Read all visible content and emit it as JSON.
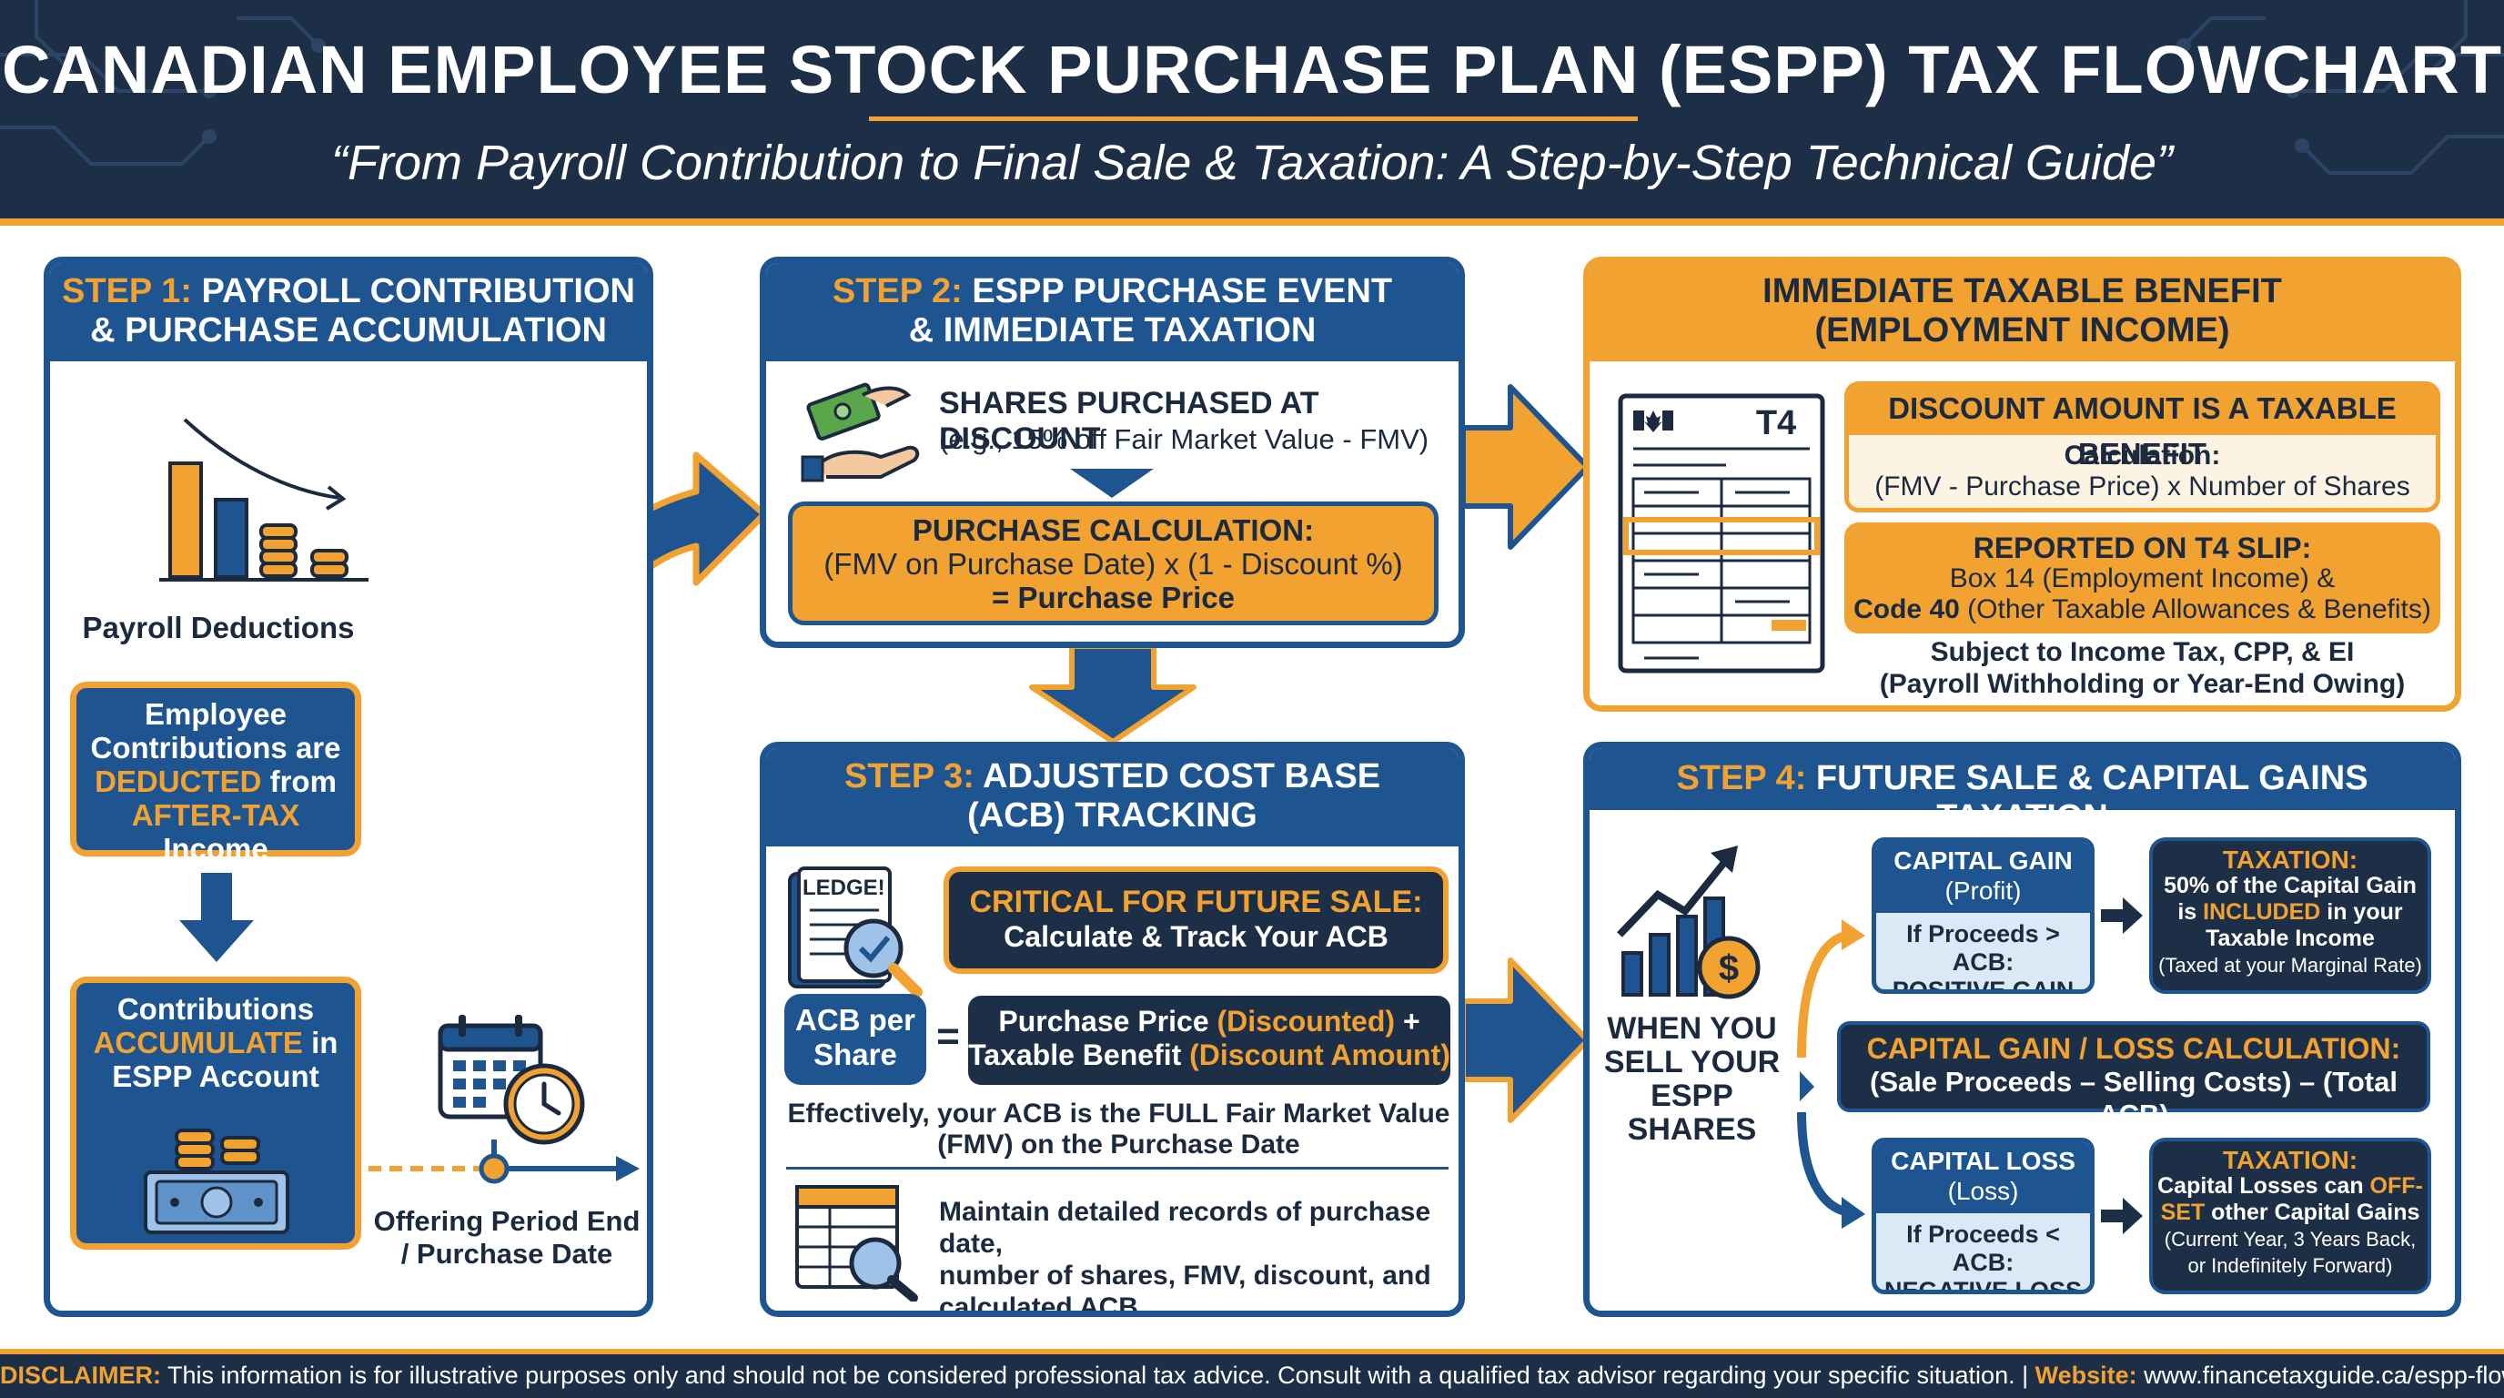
{
  "header": {
    "title": "CANADIAN EMPLOYEE STOCK PURCHASE PLAN (ESPP) TAX FLOWCHART",
    "subtitle": "“From Payroll Contribution to Final Sale & Taxation: A Step-by-Step Technical Guide”"
  },
  "colors": {
    "navy": "#1d2f47",
    "blue": "#1e5591",
    "orange": "#f2a230",
    "light_blue": "#dbe8f5",
    "light_orange": "#fdf3e3"
  },
  "step1": {
    "step": "STEP 1:",
    "title_rest": " PAYROLL CONTRIBUTION",
    "title_line2": "& PURCHASE ACCUMULATION",
    "payroll_label": "Payroll Deductions",
    "contrib_a": "Employee",
    "contrib_b": "Contributions are",
    "contrib_c1": "DEDUCTED",
    "contrib_c2": " from",
    "contrib_d1": "AFTER-TAX",
    "contrib_d2": " Income",
    "accum_a": "Contributions",
    "accum_b1": "ACCUMULATE",
    "accum_b2": " in",
    "accum_c": "ESPP Account",
    "offering_a": "Offering Period End",
    "offering_b": "/ Purchase Date",
    "icons": [
      "bar-chart-icon",
      "coins-icon",
      "calendar-icon",
      "clock-icon",
      "cash-icon"
    ]
  },
  "step2": {
    "step": "STEP 2:",
    "title_rest": " ESPP PURCHASE EVENT",
    "title_line2": "& IMMEDIATE TAXATION",
    "shares_title": "SHARES PURCHASED AT DISCOUNT",
    "shares_sub": "(e.g., 15% off Fair Market Value - FMV)",
    "calc_title": "PURCHASE CALCULATION:",
    "calc_line1": "(FMV on Purchase Date) x (1 - Discount %)",
    "calc_line2": "= Purchase Price"
  },
  "benefit": {
    "title_line1": "IMMEDIATE TAXABLE BENEFIT",
    "title_line2": "(EMPLOYMENT INCOME)",
    "t4_label": "T4",
    "discount_title": "DISCOUNT AMOUNT IS A TAXABLE BENEFIT",
    "calc_label": "Calculation:",
    "calc_formula": "(FMV - Purchase Price) x Number of Shares",
    "reported_title": "REPORTED ON T4 SLIP:",
    "reported_line1": "Box 14 (Employment Income) &",
    "reported_code": "Code 40",
    "reported_line2_rest": " (Other Taxable Allowances & Benefits)",
    "subject_line1": "Subject to Income Tax, CPP, & EI",
    "subject_line2": "(Payroll Withholding or Year-End Owing)"
  },
  "step3": {
    "step": "STEP 3:",
    "title_rest": " ADJUSTED COST BASE",
    "title_line2": "(ACB) TRACKING",
    "ledger_label": "LEDGE!",
    "critical_title": "CRITICAL FOR FUTURE SALE:",
    "critical_sub": "Calculate & Track Your ACB",
    "acb_a": "ACB per",
    "acb_b": "Share",
    "equals": "=",
    "formula_a1": "Purchase Price ",
    "formula_a2": "(Discounted)",
    "formula_a3": " +",
    "formula_b1": "Taxable Benefit ",
    "formula_b2": "(Discount Amount)",
    "effectively_line1": "Effectively, your ACB is the FULL Fair Market Value",
    "effectively_line2": "(FMV) on the Purchase Date",
    "records_line1": "Maintain detailed records of purchase date,",
    "records_line2": "number of shares, FMV, discount, and",
    "records_line3": "calculated ACB"
  },
  "step4": {
    "step": "STEP 4:",
    "title_rest": " FUTURE SALE & CAPITAL GAINS TAXATION",
    "when_a": "WHEN YOU",
    "when_b": "SELL YOUR",
    "when_c": "ESPP SHARES",
    "gain_title": "CAPITAL GAIN",
    "gain_sub": "(Profit)",
    "gain_cond": "If Proceeds > ACB:",
    "gain_result": "POSITIVE GAIN",
    "gain_tax_title": "TAXATION:",
    "gain_tax_1": "50% of the Capital Gain",
    "gain_tax_2a": "is ",
    "gain_tax_2b": "INCLUDED",
    "gain_tax_2c": " in your",
    "gain_tax_3": "Taxable Income",
    "gain_tax_4": "(Taxed at your Marginal Rate)",
    "calc_title": "CAPITAL GAIN / LOSS CALCULATION:",
    "calc_formula": "(Sale Proceeds – Selling Costs) – (Total ACB)",
    "loss_title": "CAPITAL LOSS",
    "loss_sub": "(Loss)",
    "loss_cond": "If Proceeds < ACB:",
    "loss_result": "NEGATIVE LOSS",
    "loss_tax_title": "TAXATION:",
    "loss_tax_1a": "Capital Losses can ",
    "loss_tax_1b": "OFF-",
    "loss_tax_2a": "SET",
    "loss_tax_2b": " other Capital Gains",
    "loss_tax_3": "(Current Year, 3 Years Back,",
    "loss_tax_4": "or Indefinitely Forward)"
  },
  "footer": {
    "disclaimer_label": "DISCLAIMER:",
    "disclaimer_text": " This information is for illustrative purposes only and should not be considered professional tax advice. Consult with a qualified tax advisor regarding your specific situation. | ",
    "website_label": "Website:",
    "website_text": " www.financetaxguide.ca/espp-flowchart"
  }
}
